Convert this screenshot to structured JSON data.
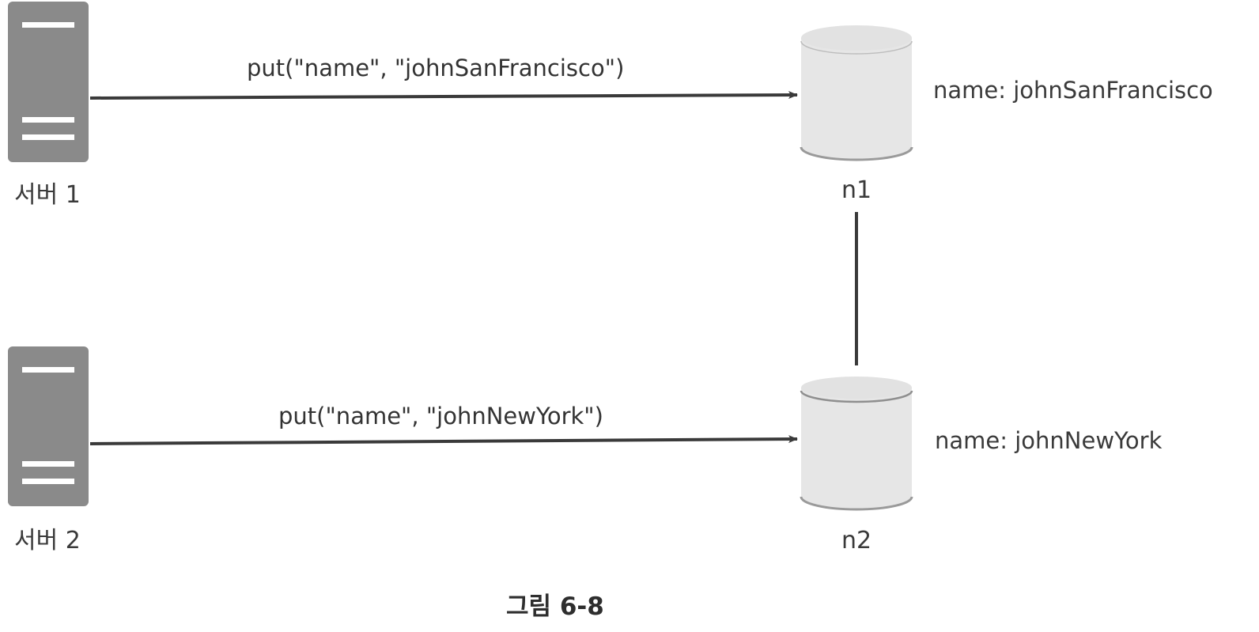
{
  "servers": [
    {
      "id": "server1",
      "label": "서버 1"
    },
    {
      "id": "server2",
      "label": "서버 2"
    }
  ],
  "nodes": [
    {
      "id": "n1",
      "label": "n1",
      "value": "name: johnSanFrancisco"
    },
    {
      "id": "n2",
      "label": "n2",
      "value": "name: johnNewYork"
    }
  ],
  "requests": [
    {
      "from": "server1",
      "to": "n1",
      "label": "put(\"name\",  \"johnSanFrancisco\")"
    },
    {
      "from": "server2",
      "to": "n2",
      "label": "put(\"name\", \"johnNewYork\")"
    }
  ],
  "links": [
    {
      "from": "n1",
      "to": "n2"
    }
  ],
  "caption": "그림 6-8",
  "colors": {
    "server": "#8a8a8a",
    "server_slot": "#ffffff",
    "db_body": "#e6e6e6",
    "db_rim": "#9a9a9a",
    "arrow": "#3a3a3a"
  }
}
